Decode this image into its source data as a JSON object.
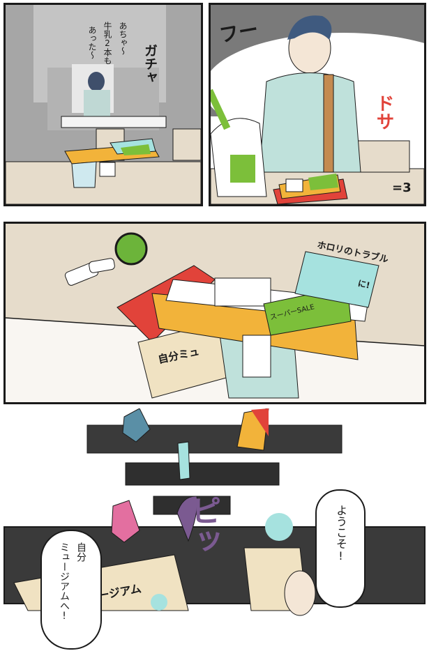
{
  "panel1": {
    "speech": [
      "あちゃ〜",
      "牛乳2本も",
      "あった〜"
    ],
    "sfx": "ガチャ"
  },
  "panel2": {
    "sfx_sigh": "フー",
    "sfx_drop": "ドサ",
    "sfx_breath": "=3"
  },
  "panel3": {
    "magazine_title": "ホロリのトラブル",
    "magazine_suffix": "に!",
    "flyer_text": "スーパーSALE",
    "ticket_text": "自分ミュ"
  },
  "panel4": {
    "sfx": "ピッ",
    "ticket_text": "ージアム",
    "bubble_welcome": "ようこそ!",
    "bubble_museum": [
      "自分",
      "ミュージアムへ!"
    ]
  },
  "colors": {
    "ink": "#1a1a1a",
    "table": "#e6dccb",
    "wall_gray": "#8d8d8d",
    "shirt": "#bfe1db",
    "green": "#7cbf3a",
    "orange": "#f2b33a",
    "red": "#e1433a",
    "cyan": "#a6e2df",
    "purple": "#7b5a91"
  }
}
